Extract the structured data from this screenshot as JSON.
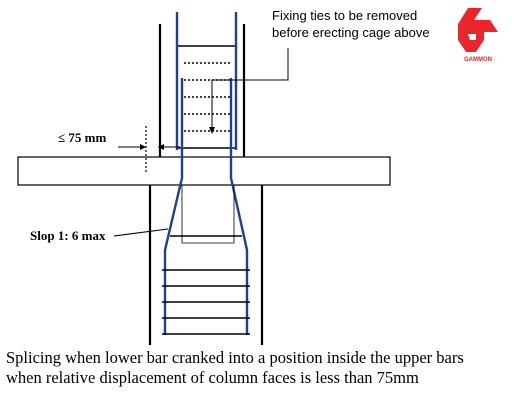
{
  "annotations": {
    "fixing_ties_line1": "Fixing ties to be removed",
    "fixing_ties_line2": "before erecting cage above",
    "offset_limit": "≤ 75 mm",
    "slope": "Slop 1: 6 max"
  },
  "logo": {
    "text": "GAMMON",
    "color": "#e8262c"
  },
  "caption": {
    "line1": "Splicing when lower bar cranked into a position inside the upper bars",
    "line2": "when relative displacement of column faces is less than 75mm"
  },
  "colors": {
    "rebar": "#1f3f8f",
    "line": "#000000",
    "slab_fill": "#ffffff"
  }
}
